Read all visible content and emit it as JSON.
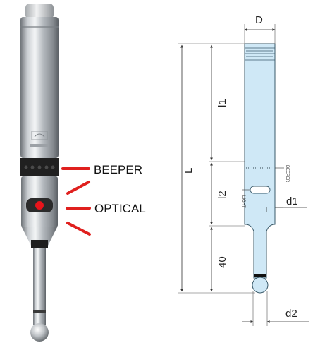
{
  "photo": {
    "label_beeper": "BEEPER",
    "label_optical": "OPTICAL",
    "colors": {
      "callout_red": "#e0201e",
      "indicator_red": "#e8141b",
      "steel": "#b8bdc2",
      "band_dark": "#222222"
    }
  },
  "drawing": {
    "dim_D": "D",
    "dim_L": "L",
    "dim_l1": "l1",
    "dim_l2": "l2",
    "dim_40": "40",
    "dim_d1": "d1",
    "dim_d2": "d2",
    "small_beeper": "BEEPER",
    "small_light": "LIGHT",
    "colors": {
      "body_fill": "#cfe8f6",
      "outline": "#3a5a6a",
      "dimension_line": "#333333"
    }
  }
}
